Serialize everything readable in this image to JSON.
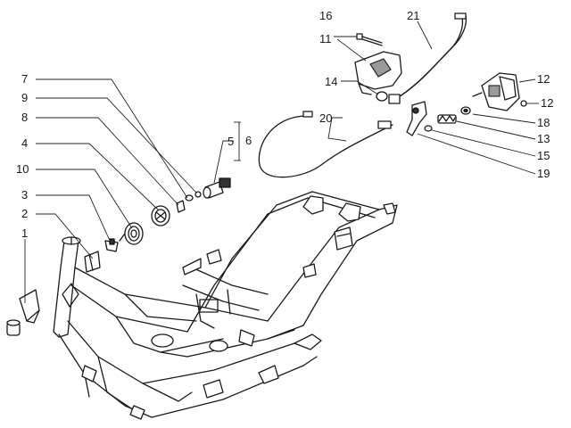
{
  "callouts": {
    "c1": "1",
    "c2": "2",
    "c3": "3",
    "c4": "4",
    "c5": "5",
    "c6": "6",
    "c7": "7",
    "c8": "8",
    "c9": "9",
    "c10": "10",
    "c11": "11",
    "c12a": "12",
    "c12b": "12",
    "c13": "13",
    "c14": "14",
    "c15": "15",
    "c16": "16",
    "c18": "18",
    "c19": "19",
    "c20": "20",
    "c21": "21"
  }
}
